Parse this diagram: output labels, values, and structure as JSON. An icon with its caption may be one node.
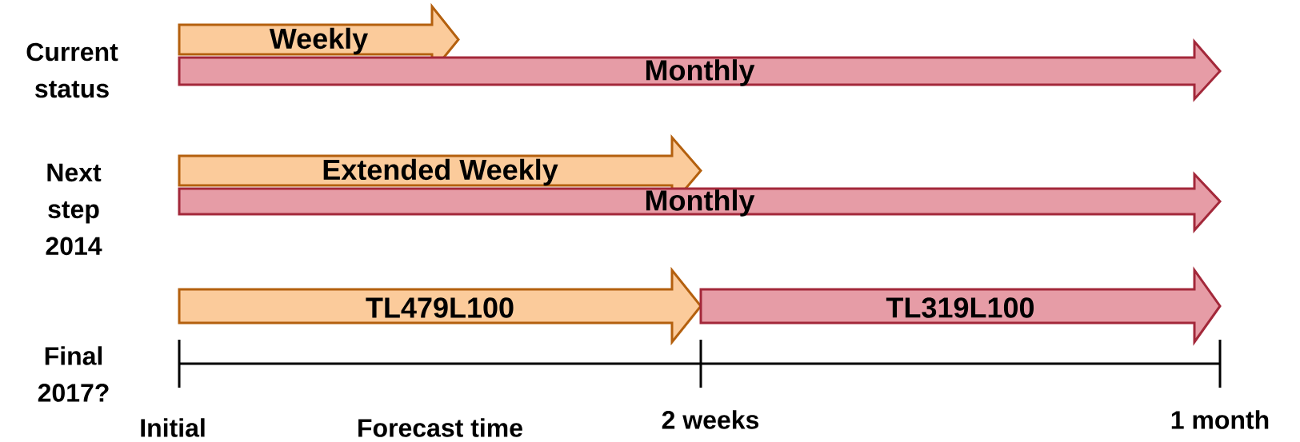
{
  "diagram": {
    "nodes": [
      {
        "text": [
          "Weekly"
        ]
      },
      {
        "text": [
          "Monthly"
        ]
      },
      {
        "text": [
          "Extended Weekly"
        ]
      },
      {
        "text": [
          "Monthly"
        ]
      },
      {
        "text": [
          "TL479L100"
        ]
      },
      {
        "text": [
          "TL319L100"
        ]
      }
    ],
    "labels": [
      "Current status",
      "Next step 2014",
      "Final 2017?",
      "Initial",
      "Forecast time",
      "2 weeks",
      "1 month"
    ]
  }
}
